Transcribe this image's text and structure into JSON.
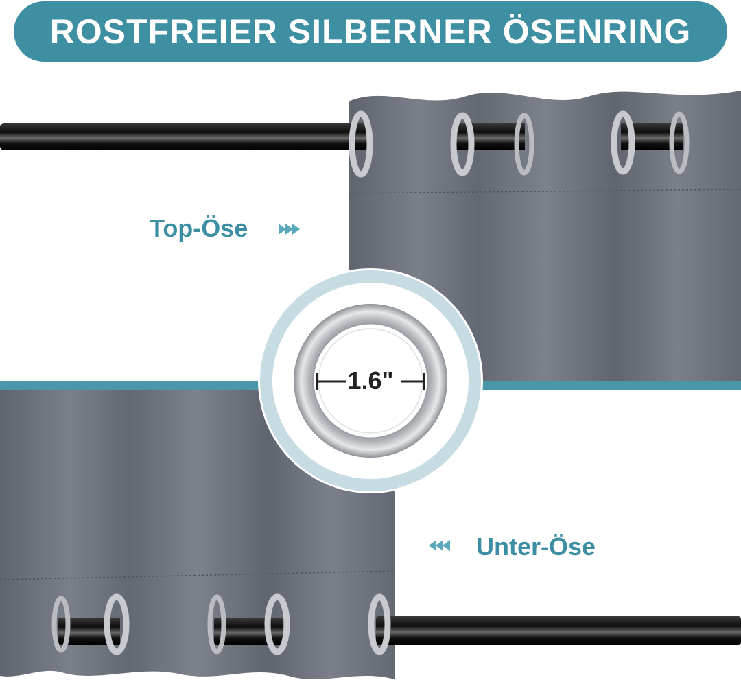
{
  "banner": {
    "title": "ROSTFREIER SILBERNER ÖSENRING"
  },
  "labels": {
    "top": "Top-Öse",
    "bottom": "Unter-Öse"
  },
  "measurement": {
    "diameter": "1.6\""
  },
  "icons": {
    "top_arrows": "triple-chevron-right-icon",
    "bottom_arrows": "triple-chevron-left-icon"
  },
  "colors": {
    "accent": "#3f8fa3",
    "curtain": "#6f7480",
    "rod": "#1a1a1a",
    "grommet": "#c9cccf",
    "background": "#ffffff"
  }
}
